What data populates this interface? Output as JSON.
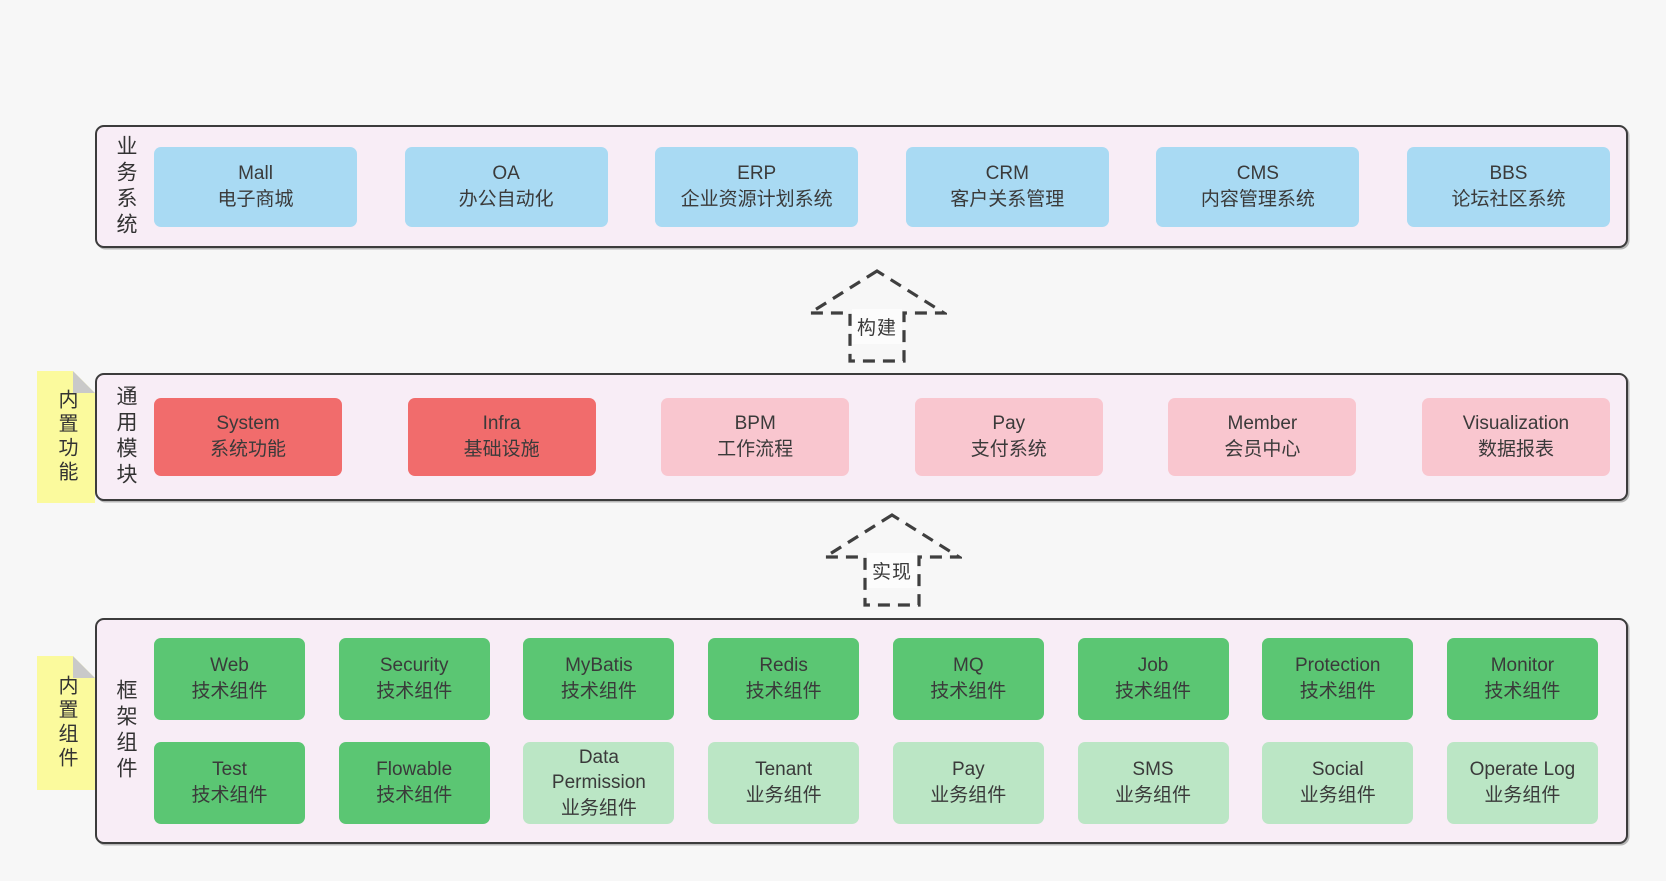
{
  "diagram": {
    "colors": {
      "page-bg": "#f7f7f7",
      "band-bg": "#f8edf6",
      "band-border": "#3c3c3c",
      "blue": "#a9daf3",
      "red": "#f16c6c",
      "pink": "#f9c6cf",
      "green": "#5bc673",
      "green-light": "#bbe6c5",
      "yellow": "#fbfa9d",
      "fold": "#c9c9c9",
      "text": "#3a3a3a",
      "arrow": "#3f3f3f"
    },
    "arrows": [
      {
        "label": "构建"
      },
      {
        "label": "实现"
      }
    ],
    "bands": [
      {
        "id": "business-systems",
        "label": "业务系统",
        "boxes": [
          {
            "name": "Mall",
            "desc": "电子商城",
            "variant": "blue"
          },
          {
            "name": "OA",
            "desc": "办公自动化",
            "variant": "blue"
          },
          {
            "name": "ERP",
            "desc": "企业资源计划系统",
            "variant": "blue"
          },
          {
            "name": "CRM",
            "desc": "客户关系管理",
            "variant": "blue"
          },
          {
            "name": "CMS",
            "desc": "内容管理系统",
            "variant": "blue"
          },
          {
            "name": "BBS",
            "desc": "论坛社区系统",
            "variant": "blue"
          }
        ]
      },
      {
        "id": "common-modules",
        "label": "通用模块",
        "note": "内置功能",
        "boxes": [
          {
            "name": "System",
            "desc": "系统功能",
            "variant": "red"
          },
          {
            "name": "Infra",
            "desc": "基础设施",
            "variant": "red"
          },
          {
            "name": "BPM",
            "desc": "工作流程",
            "variant": "pink"
          },
          {
            "name": "Pay",
            "desc": "支付系统",
            "variant": "pink"
          },
          {
            "name": "Member",
            "desc": "会员中心",
            "variant": "pink"
          },
          {
            "name": "Visualization",
            "desc": "数据报表",
            "variant": "pink"
          }
        ]
      },
      {
        "id": "framework-components",
        "label": "框架组件",
        "note": "内置组件",
        "rows": [
          [
            {
              "name": "Web",
              "desc": "技术组件",
              "variant": "green"
            },
            {
              "name": "Security",
              "desc": "技术组件",
              "variant": "green"
            },
            {
              "name": "MyBatis",
              "desc": "技术组件",
              "variant": "green"
            },
            {
              "name": "Redis",
              "desc": "技术组件",
              "variant": "green"
            },
            {
              "name": "MQ",
              "desc": "技术组件",
              "variant": "green"
            },
            {
              "name": "Job",
              "desc": "技术组件",
              "variant": "green"
            },
            {
              "name": "Protection",
              "desc": "技术组件",
              "variant": "green"
            },
            {
              "name": "Monitor",
              "desc": "技术组件",
              "variant": "green"
            }
          ],
          [
            {
              "name": "Test",
              "desc": "技术组件",
              "variant": "green"
            },
            {
              "name": "Flowable",
              "desc": "技术组件",
              "variant": "green"
            },
            {
              "name": "Data Permission",
              "desc": "业务组件",
              "variant": "green-light"
            },
            {
              "name": "Tenant",
              "desc": "业务组件",
              "variant": "green-light"
            },
            {
              "name": "Pay",
              "desc": "业务组件",
              "variant": "green-light"
            },
            {
              "name": "SMS",
              "desc": "业务组件",
              "variant": "green-light"
            },
            {
              "name": "Social",
              "desc": "业务组件",
              "variant": "green-light"
            },
            {
              "name": "Operate Log",
              "desc": "业务组件",
              "variant": "green-light"
            }
          ]
        ]
      }
    ]
  }
}
